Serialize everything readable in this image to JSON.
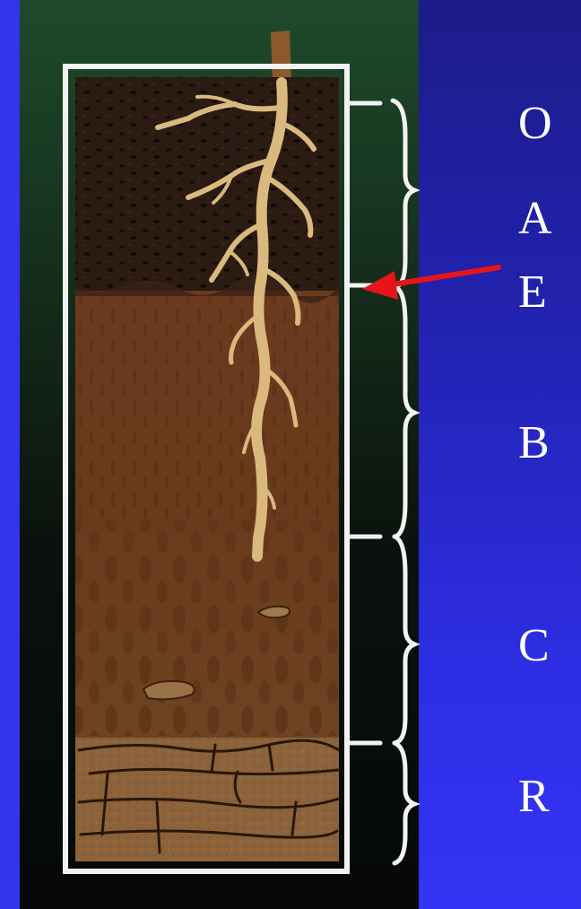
{
  "horizons": [
    {
      "letter": "O"
    },
    {
      "letter": "A"
    },
    {
      "letter": "E"
    },
    {
      "letter": "B"
    },
    {
      "letter": "C"
    },
    {
      "letter": "R"
    }
  ],
  "colors": {
    "slide_background": "#2a2ad0",
    "photo_background": "#0b120d",
    "topsoil": "#2a1a12",
    "subsoil": "#6a3a1e",
    "parent_material": "#6e4322",
    "bedrock": "#8a6238",
    "root": "#d8b87c",
    "arrow": "#e8141a",
    "frame": "#f2f2f2",
    "label_text": "#ffffff"
  }
}
